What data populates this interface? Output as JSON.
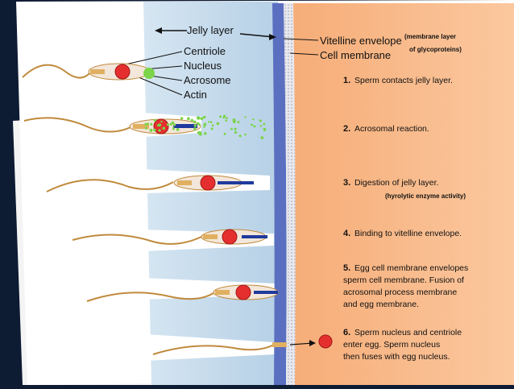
{
  "labels": {
    "jelly_layer": "Jelly layer",
    "centriole": "Centriole",
    "nucleus": "Nucleus",
    "acrosome": "Acrosome",
    "actin": "Actin",
    "vitelline_envelope": "Vitelline envelope",
    "cell_membrane": "Cell membrane",
    "membrane_note_line1": "(membrane layer",
    "membrane_note_line2": "of glycoproteins)"
  },
  "steps": [
    {
      "num": "1.",
      "lines": [
        "Sperm contacts jelly layer."
      ]
    },
    {
      "num": "2.",
      "lines": [
        "Acrosomal reaction."
      ]
    },
    {
      "num": "3.",
      "lines": [
        "Digestion of jelly layer."
      ],
      "note": "(hyrolytic enzyme activity)"
    },
    {
      "num": "4.",
      "lines": [
        "Binding to vitelline envelope."
      ]
    },
    {
      "num": "5.",
      "lines": [
        "Egg cell membrane envelopes",
        "sperm cell membrane. Fusion of",
        "acrosomal process membrane",
        "and egg membrane."
      ]
    },
    {
      "num": "6.",
      "lines": [
        "Sperm nucleus and centriole",
        "enter egg. Sperm nucleus",
        "then fuses with egg nucleus."
      ]
    }
  ],
  "colors": {
    "background": "#0d1b33",
    "jelly": "#c8dff0",
    "vitelline": "#5b6fc0",
    "egg": "#f8b98a",
    "nucleus": "#e52f2f",
    "acrosome": "#7bd44a",
    "tail": "#c08a3c"
  },
  "icons": [
    "sperm-icon",
    "egg-nucleus-icon"
  ]
}
